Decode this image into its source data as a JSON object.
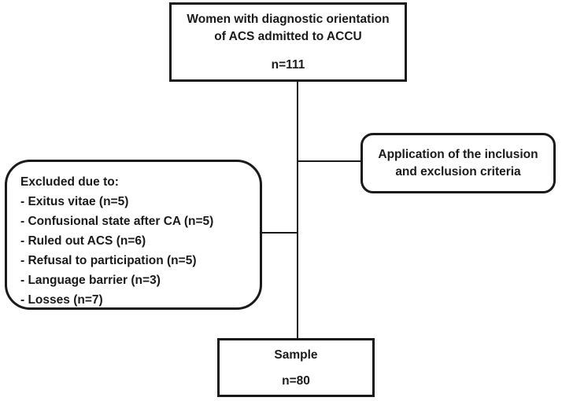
{
  "colors": {
    "line": "#1a1a1a",
    "background": "#ffffff"
  },
  "diagram": {
    "population_box": {
      "line1": "Women with diagnostic orientation",
      "line2": "of ACS admitted to ACCU",
      "count": "n=111"
    },
    "criteria_box": {
      "line1": "Application of the inclusion",
      "line2": "and exclusion criteria"
    },
    "excluded_box": {
      "heading": "Excluded due to:",
      "items": [
        "- Exitus vitae (n=5)",
        "- Confusional state after CA (n=5)",
        "- Ruled out ACS (n=6)",
        "- Refusal to participation (n=5)",
        "- Language barrier (n=3)",
        "- Losses (n=7)"
      ]
    },
    "sample_box": {
      "label": "Sample",
      "count": "n=80"
    }
  }
}
